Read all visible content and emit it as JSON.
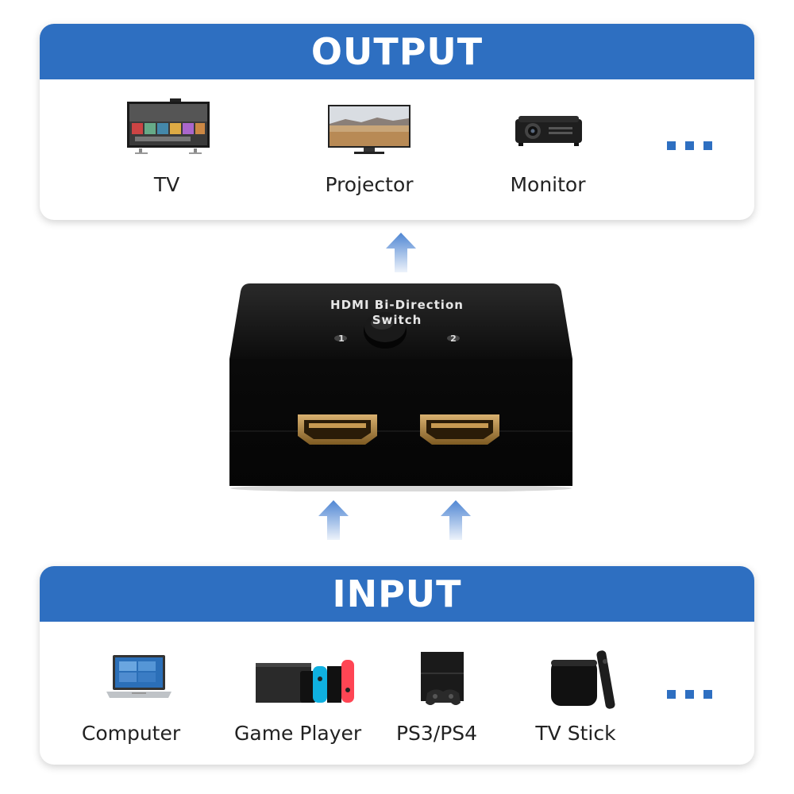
{
  "output": {
    "title": "OUTPUT",
    "devices": [
      {
        "label": "TV",
        "icon": "tv-icon"
      },
      {
        "label": "Projector",
        "icon": "monitor-icon"
      },
      {
        "label": "Monitor",
        "icon": "projector-icon"
      }
    ],
    "more_icon": "ellipsis-icon"
  },
  "input": {
    "title": "INPUT",
    "devices": [
      {
        "label": "Computer",
        "icon": "laptop-icon"
      },
      {
        "label": "Game Player",
        "icon": "game-console-icon"
      },
      {
        "label": "PS3/PS4",
        "icon": "playstation-icon"
      },
      {
        "label": "TV Stick",
        "icon": "tv-box-icon"
      }
    ],
    "more_icon": "ellipsis-icon"
  },
  "switch": {
    "label_line1": "HDMI Bi-Direction",
    "label_line2": "Switch",
    "port1": "1",
    "port2": "2"
  },
  "colors": {
    "accent": "#2e6fc1",
    "arrow": "#5b8fd6"
  }
}
